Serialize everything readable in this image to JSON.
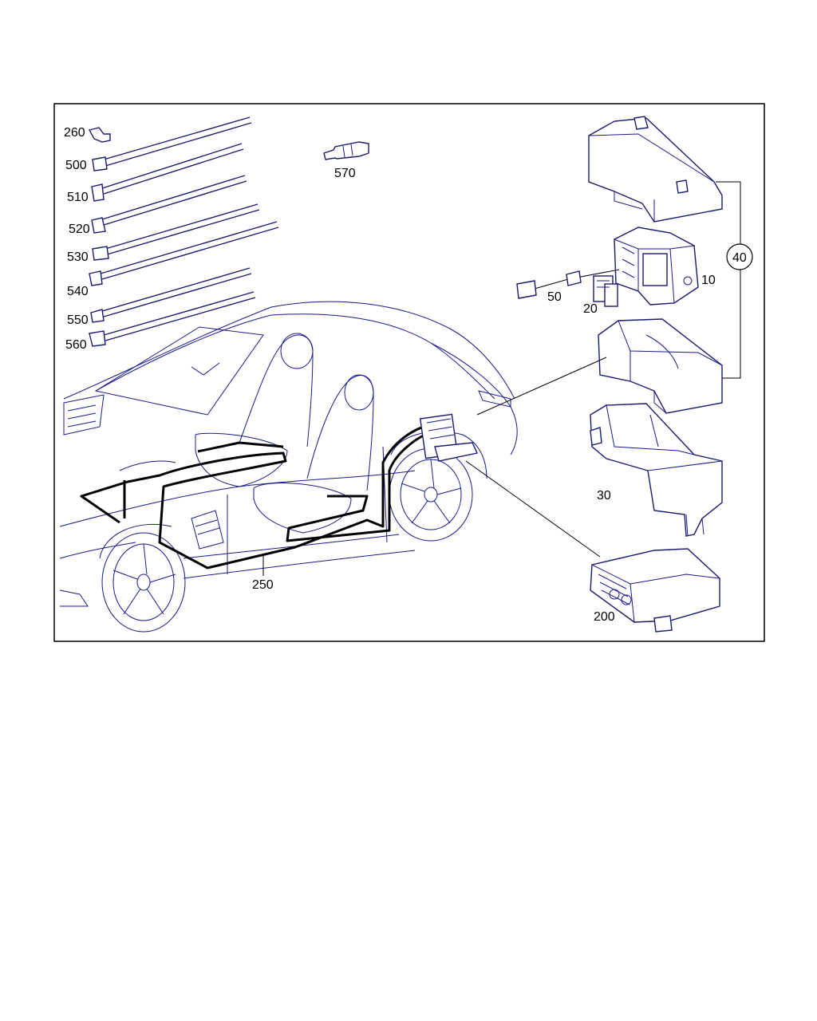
{
  "callouts": {
    "p260": "260",
    "p500": "500",
    "p510": "510",
    "p520": "520",
    "p530": "530",
    "p540": "540",
    "p550": "550",
    "p560": "560",
    "p570": "570",
    "p10": "10",
    "p20": "20",
    "p30": "30",
    "p40": "40",
    "p50": "50",
    "p200": "200",
    "p250": "250"
  }
}
